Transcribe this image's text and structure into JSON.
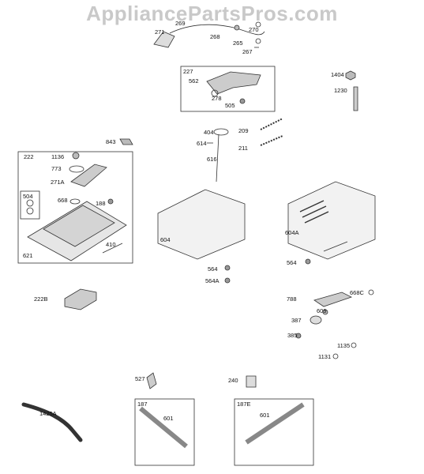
{
  "watermark": "AppliancePartsPros.com",
  "groups": {
    "g227": "227",
    "g222": "222",
    "g504": "504",
    "g187": "187",
    "g187e": "187E"
  },
  "parts": {
    "p271": "271",
    "p269": "269",
    "p270": "270",
    "p268": "268",
    "p265": "265",
    "p267": "267",
    "p562": "562",
    "p278": "278",
    "p505": "505",
    "p1404": "1404",
    "p1230": "1230",
    "p843": "843",
    "p404": "404",
    "p614": "614",
    "p209": "209",
    "p211": "211",
    "p616": "616",
    "p1136": "1136",
    "p773": "773",
    "p271a": "271A",
    "p668": "668",
    "p188": "188",
    "p410": "410",
    "p621": "621",
    "p604": "604",
    "p604a": "604A",
    "p564a_lbl": "564",
    "p564b": "564",
    "p564a": "564A",
    "p222b": "222B",
    "p788": "788",
    "p668c": "668C",
    "p609": "609",
    "p387": "387",
    "p385": "385",
    "p1135": "1135",
    "p1131": "1131",
    "p527": "527",
    "p240": "240",
    "p1425a": "1425A",
    "p601a": "601",
    "p601b": "601"
  }
}
